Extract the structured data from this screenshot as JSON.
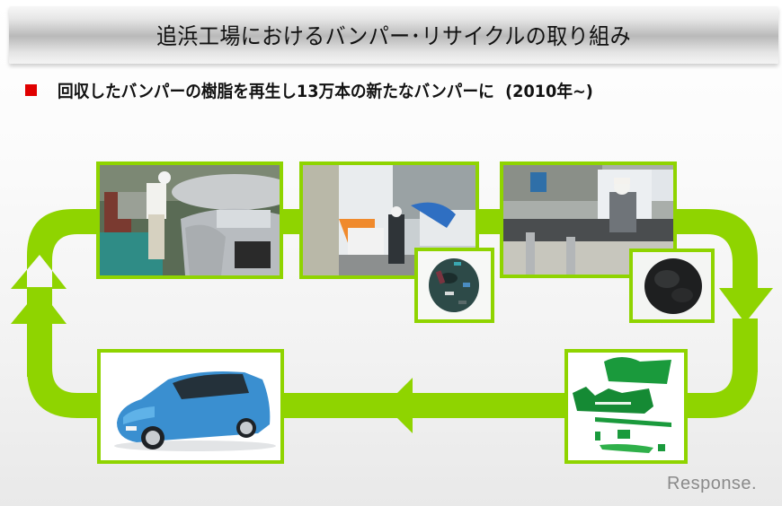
{
  "slide": {
    "title": "追浜工場におけるバンパー･リサイクルの取り組み",
    "bullet": {
      "marker_color": "#e00000",
      "text": "回収したバンパーの樹脂を再生し13万本の新たなバンパーに  (2010年~)"
    }
  },
  "flow": {
    "arrow_color": "#8fd400",
    "steps": [
      {
        "id": "collect",
        "image": "worker-removing-bumper-photo"
      },
      {
        "id": "crush",
        "image": "bumper-crushing-machine-photo"
      },
      {
        "id": "crushed",
        "image": "crushed-resin-pieces-photo"
      },
      {
        "id": "pelletize",
        "image": "resin-pelletizing-line-photo"
      },
      {
        "id": "pellets",
        "image": "recycled-resin-pellets-photo"
      },
      {
        "id": "mold",
        "image": "molded-green-bumper-parts-photo"
      },
      {
        "id": "vehicle",
        "image": "blue-nissan-leaf-photo"
      }
    ]
  },
  "watermark": "Response."
}
